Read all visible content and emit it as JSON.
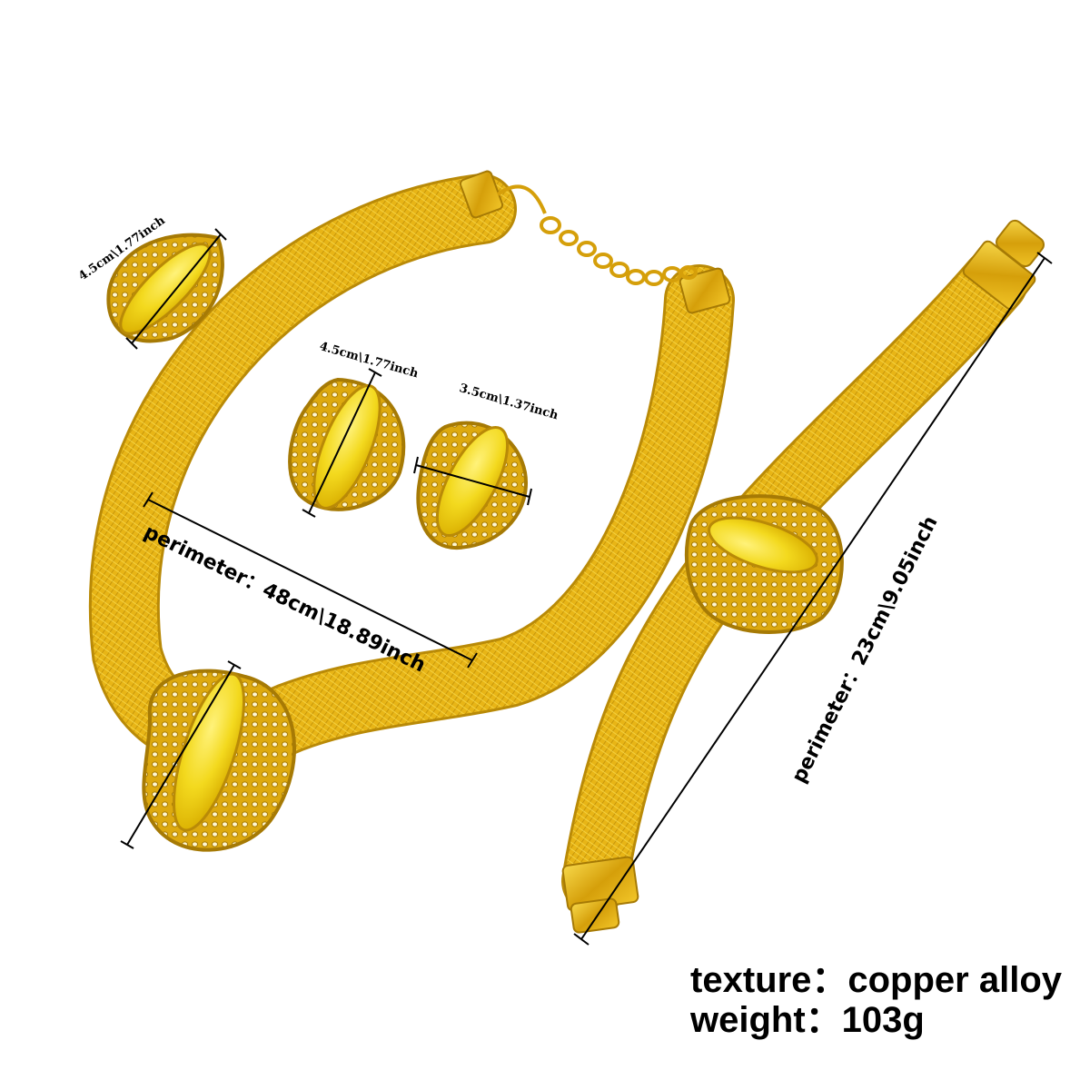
{
  "colors": {
    "gold": "#E8B516",
    "gold_dark": "#B98A07",
    "gold_light": "#F7D84A",
    "stone": "#F3D91E",
    "stone_dark": "#D9AE00",
    "background": "#FFFFFF",
    "annotation": "#000000"
  },
  "labels": {
    "ring_size": "4.5cm\\1.77inch",
    "earring_left_size": "4.5cm\\1.77inch",
    "earring_right_size": "3.5cm\\1.37inch",
    "necklace_perimeter": "perimeter：48cm\\18.89inch",
    "bracelet_perimeter": "perimeter：23cm\\9.05inch"
  },
  "specs": {
    "texture": "texture：copper alloy",
    "weight": "weight：103g"
  }
}
